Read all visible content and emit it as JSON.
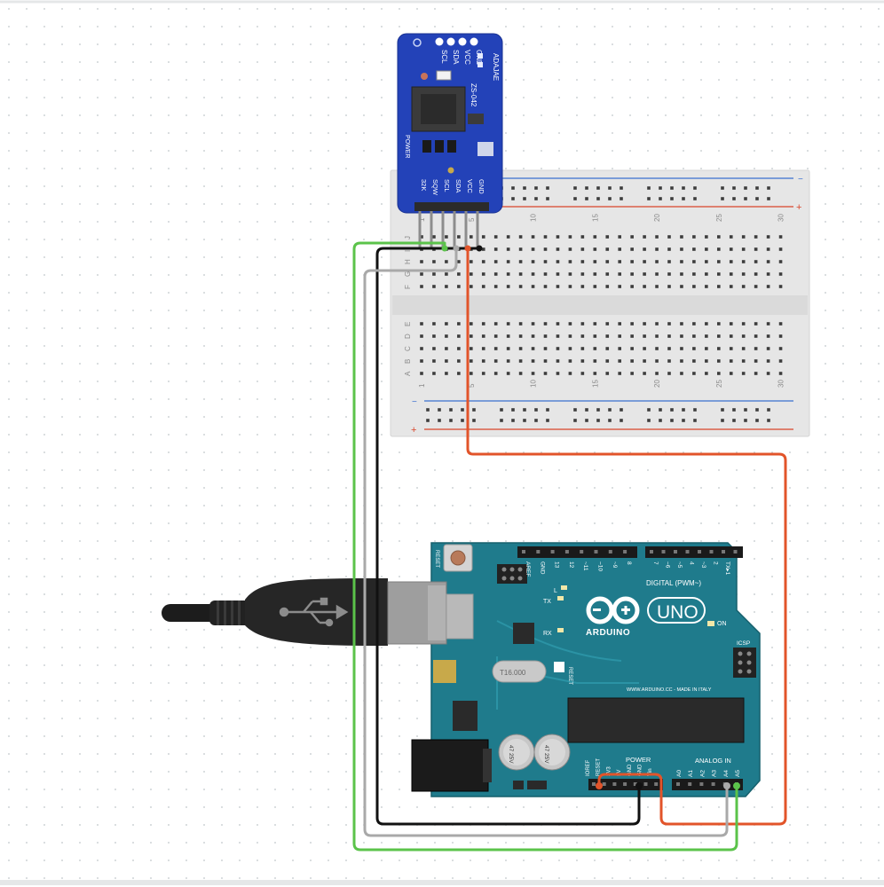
{
  "rtc_module": {
    "top_pins": [
      "SCL",
      "SDA",
      "VCC",
      "GND"
    ],
    "bottom_pins": [
      "32K",
      "SQW",
      "SCL",
      "SDA",
      "VCC",
      "GND"
    ],
    "chip_label": "ZS-042",
    "power_label": "POWER",
    "side_label": "ADAJAE",
    "board_color": "#2342b8"
  },
  "breadboard": {
    "columns": 30,
    "column_labels": [
      "1",
      "5",
      "10",
      "15",
      "20",
      "25",
      "30"
    ],
    "rows_top": [
      "J",
      "I",
      "H",
      "G",
      "F"
    ],
    "rows_bottom": [
      "E",
      "D",
      "C",
      "B",
      "A"
    ],
    "rail_plus": "+",
    "rail_minus": "−"
  },
  "arduino": {
    "brand": "ARDUINO",
    "model": "UNO",
    "digital_label": "DIGITAL (PWM~)",
    "digital_pins": [
      "AREF",
      "GND",
      "13",
      "12",
      "~11",
      "~10",
      "~9",
      "8",
      "7",
      "~6",
      "~5",
      "4",
      "~3",
      "2",
      "TX▸1",
      "RX◂0"
    ],
    "power_label": "POWER",
    "power_pins": [
      "IOREF",
      "RESET",
      "3V3",
      "5V",
      "GND",
      "GND",
      "Vin"
    ],
    "analog_label": "ANALOG IN",
    "analog_pins": [
      "A0",
      "A1",
      "A2",
      "A3",
      "A4",
      "A5"
    ],
    "reset_label": "RESET",
    "icsp_label": "ICSP",
    "tx_label": "TX",
    "rx_label": "RX",
    "l_label": "L",
    "on_label": "ON",
    "crystal_label": "T16.000",
    "url_label": "WWW.ARDUINO.CC - MADE IN ITALY",
    "cap_label_1": "47 25V",
    "cap_label_2": "47 25V",
    "board_color": "#1f7b8c"
  },
  "wires": {
    "green": "#5bc34a",
    "gray": "#a9a9a9",
    "black": "#111111",
    "orange": "#e2542a"
  }
}
